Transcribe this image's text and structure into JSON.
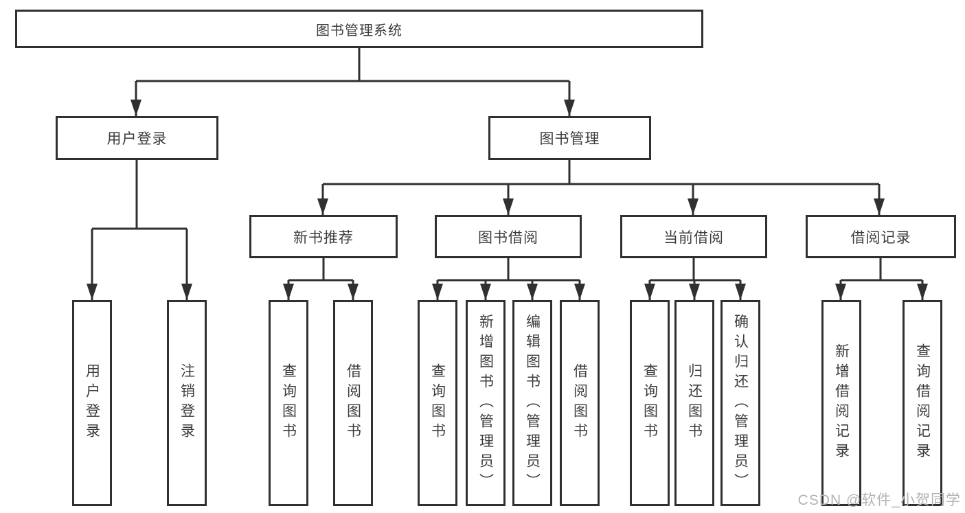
{
  "diagram": {
    "root": {
      "label": "图书管理系统"
    },
    "branches": [
      {
        "label": "用户登录",
        "leaves": [
          {
            "label": "用户登录"
          },
          {
            "label": "注销登录"
          }
        ]
      },
      {
        "label": "图书管理",
        "groups": [
          {
            "label": "新书推荐",
            "leaves": [
              {
                "label": "查询图书"
              },
              {
                "label": "借阅图书"
              }
            ]
          },
          {
            "label": "图书借阅",
            "leaves": [
              {
                "label": "查询图书"
              },
              {
                "label": "新增图书（管理员）"
              },
              {
                "label": "编辑图书（管理员）"
              },
              {
                "label": "借阅图书"
              }
            ]
          },
          {
            "label": "当前借阅",
            "leaves": [
              {
                "label": "查询图书"
              },
              {
                "label": "归还图书"
              },
              {
                "label": "确认归还（管理员）"
              }
            ]
          },
          {
            "label": "借阅记录",
            "leaves": [
              {
                "label": "新增借阅记录"
              },
              {
                "label": "查询借阅记录"
              }
            ]
          }
        ]
      }
    ]
  },
  "watermark": {
    "text": "CSDN @软件_小贺同学"
  },
  "colors": {
    "line": "#303030",
    "box_border": "#303030",
    "text": "#3c3c3c",
    "watermark": "#b4b4b4",
    "background": "#ffffff"
  }
}
